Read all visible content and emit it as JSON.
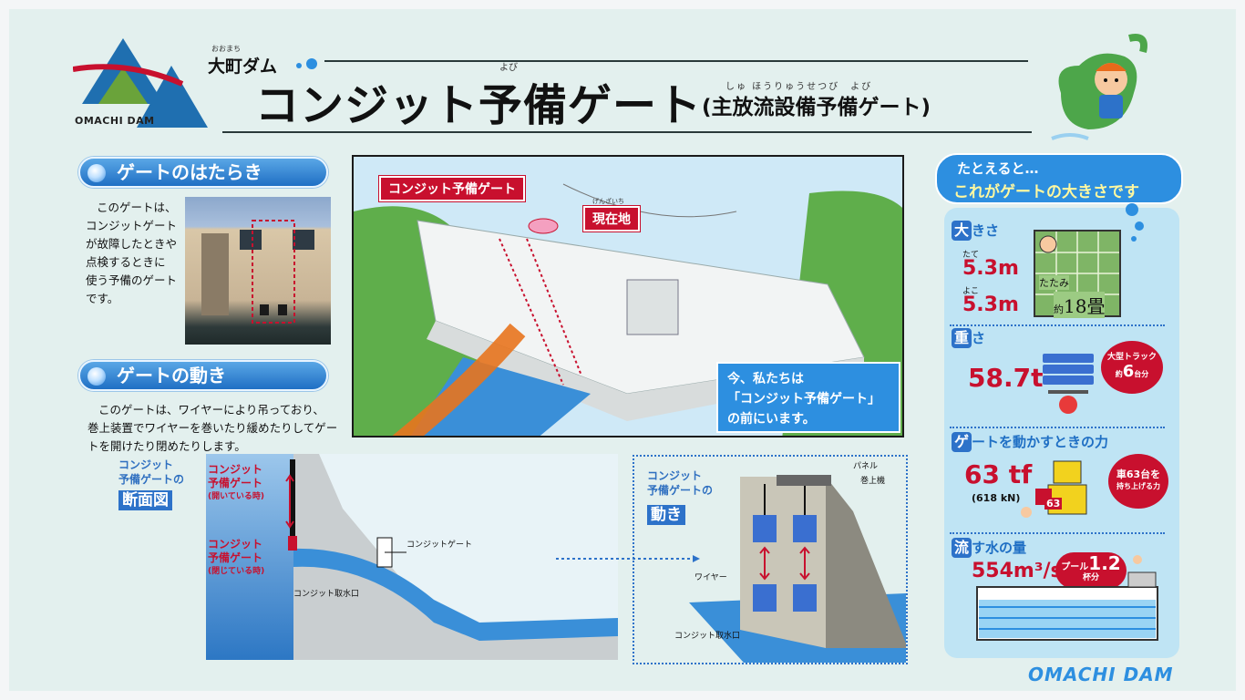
{
  "header": {
    "logo_text": "OMACHI DAM",
    "dam_name_ruby": "おおまち",
    "dam_name": "大町ダム",
    "title": "コンジット予備ゲート",
    "title_ruby": "よび",
    "subtitle": "(主放流設備予備ゲート)",
    "subtitle_ruby": "しゅ ほうりゅうせつび　よび"
  },
  "section_function": {
    "heading": "ゲートのはたらき",
    "text_lines": [
      "このゲートは、",
      "コンジットゲート",
      "が故障したときや",
      "点検するときに",
      "使う予備のゲート",
      "です。"
    ]
  },
  "section_motion": {
    "heading": "ゲートの動き",
    "text_lines": [
      "このゲートは、ワイヤーにより吊っており、",
      "巻上装置でワイヤーを巻いたり緩めたりしてゲー",
      "トを開けたり閉めたりします。"
    ]
  },
  "illustration": {
    "gate_tag": "コンジット予備ゲート",
    "current_location_ruby": "げんざいち",
    "current_location": "現在地",
    "here_lines": [
      "今、私たちは",
      "「コンジット予備ゲート」",
      "の前にいます。"
    ]
  },
  "cross_section": {
    "caption_line1": "コンジット",
    "caption_line2": "予備ゲートの",
    "label": "断面図",
    "open_label_1": "コンジット",
    "open_label_2": "予備ゲート",
    "open_state": "(開いている時)",
    "closed_label_1": "コンジット",
    "closed_label_2": "予備ゲート",
    "closed_state": "(閉じている時)",
    "conduit_gate": "コンジットゲート",
    "intake": "コンジット取水口"
  },
  "motion_diagram": {
    "caption_line1": "コンジット",
    "caption_line2": "予備ゲートの",
    "label": "動き",
    "panel": "パネル",
    "hoist": "巻上機",
    "wire": "ワイヤー",
    "intake": "コンジット取水口"
  },
  "example": {
    "heading_line1": "たとえると…",
    "heading_line2": "これがゲートの大きさです",
    "size": {
      "heading_big": "大",
      "heading_rest": "きさ",
      "height_label": "たて",
      "height": "5.3m",
      "width_label": "よこ",
      "width": "5.3m",
      "tatami_label": "たたみ",
      "tatami_prefix": "約",
      "tatami_value": "18畳"
    },
    "weight": {
      "heading_big": "重",
      "heading_rest": "さ",
      "value": "58.7t",
      "truck_label": "大型トラック",
      "truck_prefix": "約",
      "truck_count": "6",
      "truck_unit": "台分"
    },
    "force": {
      "heading_big": "ゲ",
      "heading_rest": "ートを動かすときの力",
      "value": "63 tf",
      "value_kn": "(618 kN)",
      "car_text_1": "車63台を",
      "car_text_2": "持ち上げる力",
      "robot_number": "63"
    },
    "flow": {
      "heading_big": "流",
      "heading_rest": "す水の量",
      "value": "554m³/s",
      "pool_label": "プール",
      "pool_value": "1.2",
      "pool_unit": "杯分"
    }
  },
  "footer": {
    "logo": "OMACHI DAM"
  },
  "colors": {
    "accent_blue": "#2d8fe0",
    "accent_red": "#c8102e",
    "background": "#e3f0ee"
  }
}
